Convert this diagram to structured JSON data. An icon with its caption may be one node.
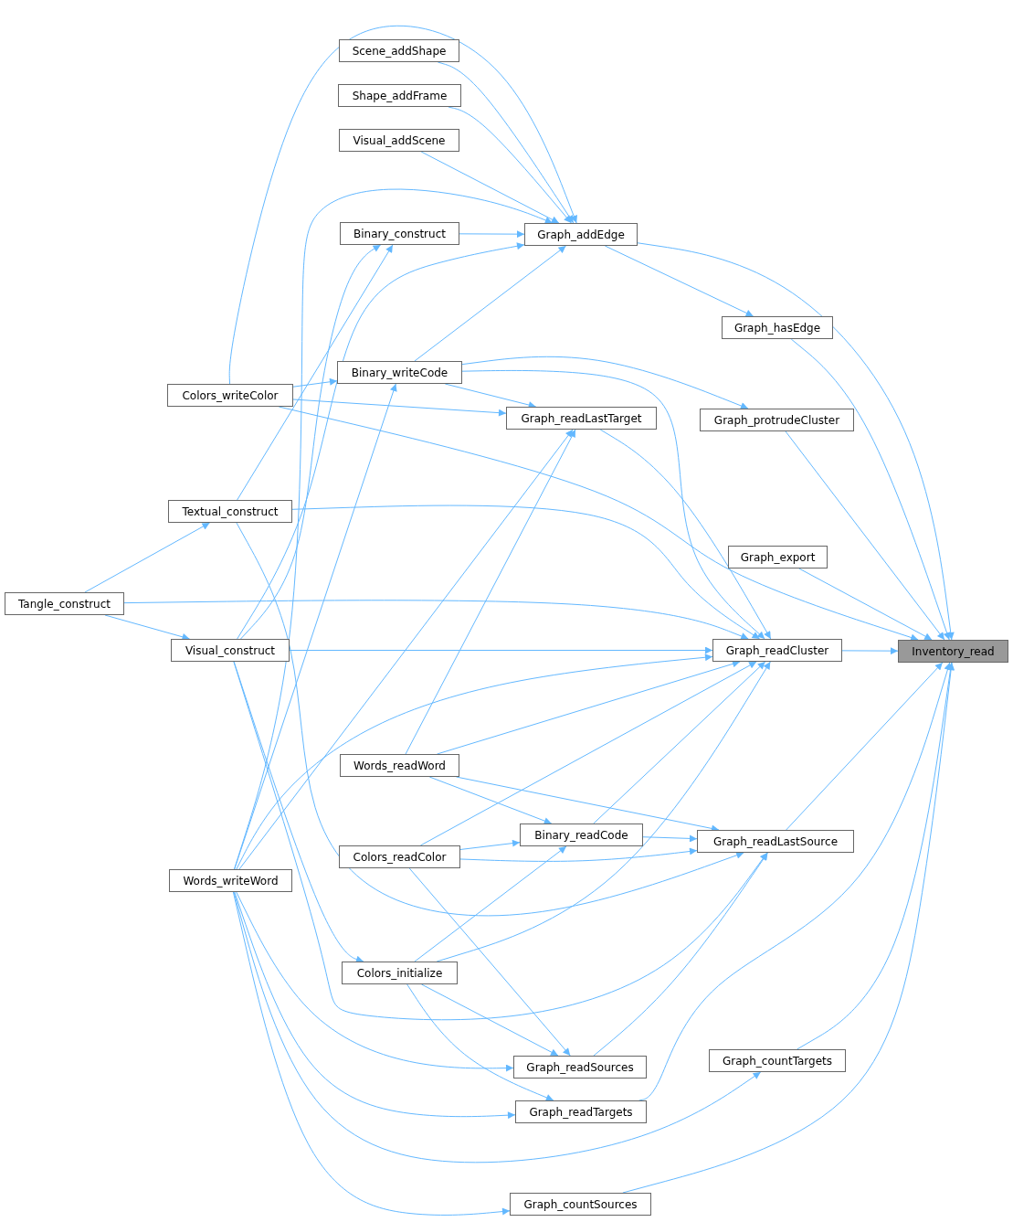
{
  "diagram": {
    "nodes": [
      {
        "text": [
          "Inventory_read"
        ]
      },
      {
        "text": [
          "Graph_addEdge"
        ]
      },
      {
        "text": [
          "Graph_hasEdge"
        ]
      },
      {
        "text": [
          "Graph_readCluster"
        ]
      },
      {
        "text": [
          "Graph_protrudeCluster"
        ]
      },
      {
        "text": [
          "Graph_export"
        ]
      },
      {
        "text": [
          "Graph_readLastTarget"
        ]
      },
      {
        "text": [
          "Binary_writeCode"
        ]
      },
      {
        "text": [
          "Binary_construct"
        ]
      },
      {
        "text": [
          "Scene_addShape"
        ]
      },
      {
        "text": [
          "Shape_addFrame"
        ]
      },
      {
        "text": [
          "Visual_addScene"
        ]
      },
      {
        "text": [
          "Colors_writeColor"
        ]
      },
      {
        "text": [
          "Textual_construct"
        ]
      },
      {
        "text": [
          "Tangle_construct"
        ]
      },
      {
        "text": [
          "Visual_construct"
        ]
      },
      {
        "text": [
          "Words_readWord"
        ]
      },
      {
        "text": [
          "Binary_readCode"
        ]
      },
      {
        "text": [
          "Graph_readLastSource"
        ]
      },
      {
        "text": [
          "Colors_readColor"
        ]
      },
      {
        "text": [
          "Words_writeWord"
        ]
      },
      {
        "text": [
          "Colors_initialize"
        ]
      },
      {
        "text": [
          "Graph_readSources"
        ]
      },
      {
        "text": [
          "Graph_countTargets"
        ]
      },
      {
        "text": [
          "Graph_readTargets"
        ]
      },
      {
        "text": [
          "Graph_countSources"
        ]
      }
    ],
    "edges": [
      {
        "from": 1,
        "to": 0,
        "arrow": "to"
      },
      {
        "from": 1,
        "to": 2,
        "arrow": "to"
      },
      {
        "from": 2,
        "to": 0,
        "arrow": "to"
      },
      {
        "from": 4,
        "to": 0,
        "arrow": "to"
      },
      {
        "from": 5,
        "to": 0,
        "arrow": "to"
      },
      {
        "from": 3,
        "to": 0,
        "arrow": "to"
      },
      {
        "from": 12,
        "to": 0,
        "arrow": "to"
      },
      {
        "from": 18,
        "to": 0,
        "arrow": "to"
      },
      {
        "from": 24,
        "to": 0,
        "arrow": "to"
      },
      {
        "from": 23,
        "to": 0,
        "arrow": "to"
      },
      {
        "from": 25,
        "to": 0,
        "arrow": "to"
      },
      {
        "from": 9,
        "to": 1,
        "arrow": "to"
      },
      {
        "from": 10,
        "to": 1,
        "arrow": "to"
      },
      {
        "from": 11,
        "to": 1,
        "arrow": "to"
      },
      {
        "from": 8,
        "to": 1,
        "arrow": "to"
      },
      {
        "from": 7,
        "to": 1,
        "arrow": "to"
      },
      {
        "from": 12,
        "to": 1,
        "arrow": "to"
      },
      {
        "from": 15,
        "to": 1,
        "arrow": "to"
      },
      {
        "from": 20,
        "to": 1,
        "arrow": "to"
      },
      {
        "from": 7,
        "to": 4,
        "arrow": "to"
      },
      {
        "from": 7,
        "to": 6,
        "arrow": "to"
      },
      {
        "from": 7,
        "to": 3,
        "arrow": "to"
      },
      {
        "from": 12,
        "to": 7,
        "arrow": "to"
      },
      {
        "from": 12,
        "to": 6,
        "arrow": "to"
      },
      {
        "from": 13,
        "to": 8,
        "arrow": "to"
      },
      {
        "from": 15,
        "to": 8,
        "arrow": "to"
      },
      {
        "from": 14,
        "to": 13,
        "arrow": "to"
      },
      {
        "from": 14,
        "to": 15,
        "arrow": "to"
      },
      {
        "from": 14,
        "to": 3,
        "arrow": "to"
      },
      {
        "from": 13,
        "to": 3,
        "arrow": "to"
      },
      {
        "from": 15,
        "to": 3,
        "arrow": "to"
      },
      {
        "from": 20,
        "to": 3,
        "arrow": "to"
      },
      {
        "from": 16,
        "to": 3,
        "arrow": "to"
      },
      {
        "from": 19,
        "to": 3,
        "arrow": "to"
      },
      {
        "from": 17,
        "to": 3,
        "arrow": "to"
      },
      {
        "from": 21,
        "to": 3,
        "arrow": "to"
      },
      {
        "from": 6,
        "to": 3,
        "arrow": "to"
      },
      {
        "from": 20,
        "to": 7,
        "arrow": "to"
      },
      {
        "from": 20,
        "to": 6,
        "arrow": "to"
      },
      {
        "from": 16,
        "to": 6,
        "arrow": "to"
      },
      {
        "from": 16,
        "to": 17,
        "arrow": "to"
      },
      {
        "from": 16,
        "to": 18,
        "arrow": "to"
      },
      {
        "from": 19,
        "to": 17,
        "arrow": "to"
      },
      {
        "from": 17,
        "to": 18,
        "arrow": "to"
      },
      {
        "from": 19,
        "to": 18,
        "arrow": "to"
      },
      {
        "from": 21,
        "to": 17,
        "arrow": "to"
      },
      {
        "from": 15,
        "to": 21,
        "arrow": "to"
      },
      {
        "from": 15,
        "to": 18,
        "arrow": "to"
      },
      {
        "from": 13,
        "to": 18,
        "arrow": "to"
      },
      {
        "from": 21,
        "to": 22,
        "arrow": "to"
      },
      {
        "from": 21,
        "to": 24,
        "arrow": "to"
      },
      {
        "from": 19,
        "to": 22,
        "arrow": "to"
      },
      {
        "from": 22,
        "to": 18,
        "arrow": "to"
      },
      {
        "from": 20,
        "to": 22,
        "arrow": "to"
      },
      {
        "from": 20,
        "to": 24,
        "arrow": "to"
      },
      {
        "from": 20,
        "to": 23,
        "arrow": "to"
      },
      {
        "from": 20,
        "to": 25,
        "arrow": "to"
      }
    ]
  }
}
